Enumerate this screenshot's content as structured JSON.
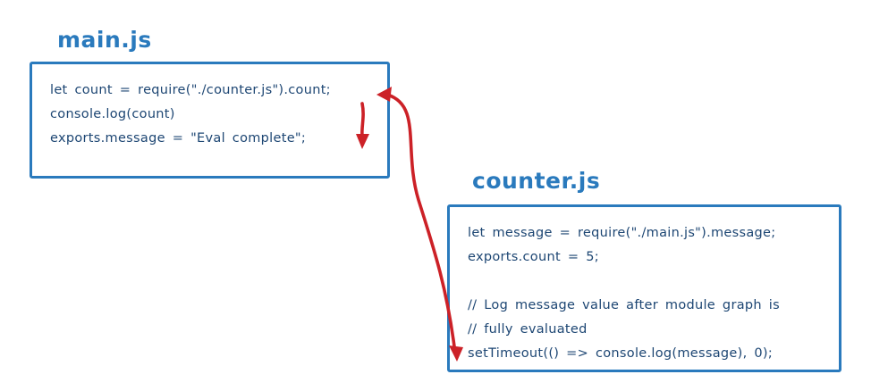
{
  "diagram": {
    "description": "CommonJS circular dependency between two modules",
    "colors": {
      "box_border_blue": "#2a7abd",
      "title_blue": "#2a7abd",
      "code_text_blue": "#1d4673",
      "arrow_red": "#cc2127",
      "background": "#ffffff"
    },
    "main_box": {
      "title": "main.js",
      "lines": [
        "let count = require(\"./counter.js\").count;",
        "console.log(count)",
        "exports.message = \"Eval complete\";"
      ]
    },
    "counter_box": {
      "title": "counter.js",
      "lines": [
        "let message = require(\"./main.js\").message;",
        "exports.count = 5;",
        "",
        "// Log message value after module graph is",
        "// fully evaluated",
        "setTimeout(() => console.log(message), 0);"
      ]
    },
    "arrows": {
      "cross_module": "red curved arrow linking require() line in main.js to setTimeout line in counter.js",
      "resume_execution": "short red downward arrow inside main.js box"
    }
  }
}
